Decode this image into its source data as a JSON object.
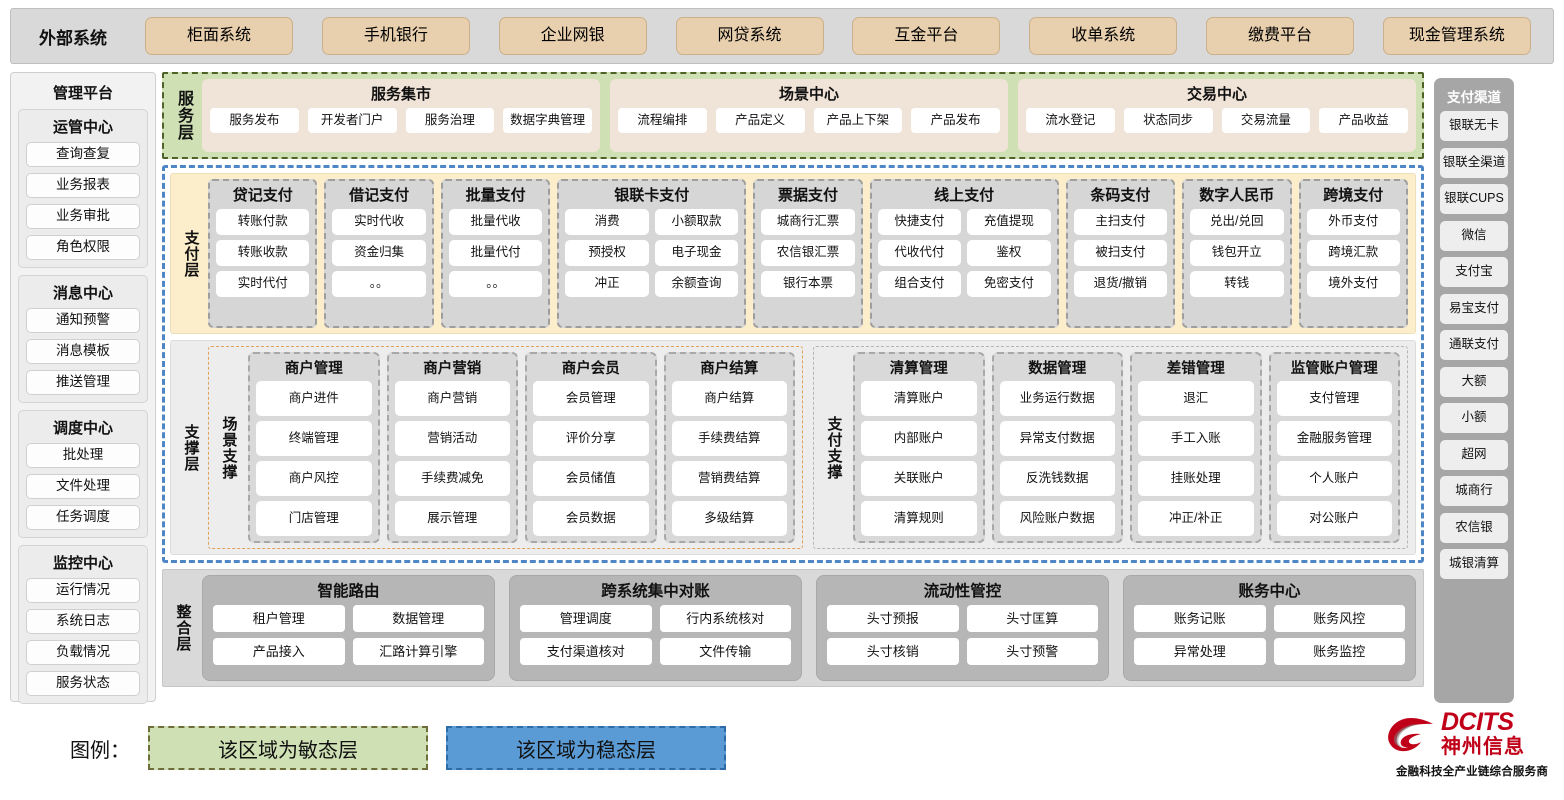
{
  "external": {
    "title": "外部系统",
    "items": [
      "柜面系统",
      "手机银行",
      "企业网银",
      "网贷系统",
      "互金平台",
      "收单系统",
      "缴费平台",
      "现金管理系统"
    ]
  },
  "left_sidebar": {
    "title": "管理平台",
    "groups": [
      {
        "title": "运管中心",
        "items": [
          "查询查复",
          "业务报表",
          "业务审批",
          "角色权限"
        ]
      },
      {
        "title": "消息中心",
        "items": [
          "通知预警",
          "消息模板",
          "推送管理"
        ]
      },
      {
        "title": "调度中心",
        "items": [
          "批处理",
          "文件处理",
          "任务调度"
        ]
      },
      {
        "title": "监控中心",
        "items": [
          "运行情况",
          "系统日志",
          "负载情况",
          "服务状态"
        ]
      }
    ]
  },
  "right_sidebar": {
    "title": "支付渠道",
    "items": [
      "银联无卡",
      "银联全渠道",
      "银联CUPS",
      "微信",
      "支付宝",
      "易宝支付",
      "通联支付",
      "大额",
      "小额",
      "超网",
      "城商行",
      "农信银",
      "城银清算"
    ]
  },
  "service_layer": {
    "label": "服务层",
    "cards": [
      {
        "title": "服务集市",
        "items": [
          "服务发布",
          "开发者门户",
          "服务治理",
          "数据字典管理"
        ]
      },
      {
        "title": "场景中心",
        "items": [
          "流程编排",
          "产品定义",
          "产品上下架",
          "产品发布"
        ]
      },
      {
        "title": "交易中心",
        "items": [
          "流水登记",
          "状态同步",
          "交易流量",
          "产品收益"
        ]
      }
    ]
  },
  "payment_layer": {
    "label": "支付层",
    "cards": [
      {
        "title": "贷记支付",
        "cols": 1,
        "rows": [
          [
            "转账付款"
          ],
          [
            "转账收款"
          ],
          [
            "实时代付"
          ]
        ]
      },
      {
        "title": "借记支付",
        "cols": 1,
        "rows": [
          [
            "实时代收"
          ],
          [
            "资金归集"
          ],
          [
            "。。"
          ]
        ]
      },
      {
        "title": "批量支付",
        "cols": 1,
        "rows": [
          [
            "批量代收"
          ],
          [
            "批量代付"
          ],
          [
            "。。"
          ]
        ]
      },
      {
        "title": "银联卡支付",
        "cols": 2,
        "rows": [
          [
            "消费",
            "小额取款"
          ],
          [
            "预授权",
            "电子现金"
          ],
          [
            "冲正",
            "余额查询"
          ]
        ]
      },
      {
        "title": "票据支付",
        "cols": 1,
        "rows": [
          [
            "城商行汇票"
          ],
          [
            "农信银汇票"
          ],
          [
            "银行本票"
          ]
        ]
      },
      {
        "title": "线上支付",
        "cols": 2,
        "rows": [
          [
            "快捷支付",
            "充值提现"
          ],
          [
            "代收代付",
            "鉴权"
          ],
          [
            "组合支付",
            "免密支付"
          ]
        ]
      },
      {
        "title": "条码支付",
        "cols": 1,
        "rows": [
          [
            "主扫支付"
          ],
          [
            "被扫支付"
          ],
          [
            "退货/撤销"
          ]
        ]
      },
      {
        "title": "数字人民币",
        "cols": 1,
        "rows": [
          [
            "兑出/兑回"
          ],
          [
            "钱包开立"
          ],
          [
            "转钱"
          ]
        ]
      },
      {
        "title": "跨境支付",
        "cols": 1,
        "rows": [
          [
            "外币支付"
          ],
          [
            "跨境汇款"
          ],
          [
            "境外支付"
          ]
        ]
      }
    ]
  },
  "support_layer": {
    "label": "支撑层",
    "scene": {
      "label": "场景支撑",
      "cards": [
        {
          "title": "商户管理",
          "items": [
            "商户进件",
            "终端管理",
            "商户风控",
            "门店管理"
          ]
        },
        {
          "title": "商户营销",
          "items": [
            "商户营销",
            "营销活动",
            "手续费减免",
            "展示管理"
          ]
        },
        {
          "title": "商户会员",
          "items": [
            "会员管理",
            "评价分享",
            "会员储值",
            "会员数据"
          ]
        },
        {
          "title": "商户结算",
          "items": [
            "商户结算",
            "手续费结算",
            "营销费结算",
            "多级结算"
          ]
        }
      ]
    },
    "paysupport": {
      "label": "支付支撑",
      "cards": [
        {
          "title": "清算管理",
          "items": [
            "清算账户",
            "内部账户",
            "关联账户",
            "清算规则"
          ]
        },
        {
          "title": "数据管理",
          "items": [
            "业务运行数据",
            "异常支付数据",
            "反洗钱数据",
            "风险账户数据"
          ]
        },
        {
          "title": "差错管理",
          "items": [
            "退汇",
            "手工入账",
            "挂账处理",
            "冲正/补正"
          ]
        },
        {
          "title": "监管账户管理",
          "items": [
            "支付管理",
            "金融服务管理",
            "个人账户",
            "对公账户"
          ]
        }
      ]
    }
  },
  "integration_layer": {
    "label": "整合层",
    "cards": [
      {
        "title": "智能路由",
        "rows": [
          [
            "租户管理",
            "数据管理"
          ],
          [
            "产品接入",
            "汇路计算引擎"
          ]
        ]
      },
      {
        "title": "跨系统集中对账",
        "rows": [
          [
            "管理调度",
            "行内系统核对"
          ],
          [
            "支付渠道核对",
            "文件传输"
          ]
        ]
      },
      {
        "title": "流动性管控",
        "rows": [
          [
            "头寸预报",
            "头寸匡算"
          ],
          [
            "头寸核销",
            "头寸预警"
          ]
        ]
      },
      {
        "title": "账务中心",
        "rows": [
          [
            "账务记账",
            "账务风控"
          ],
          [
            "异常处理",
            "账务监控"
          ]
        ]
      }
    ]
  },
  "legend": {
    "label": "图例：",
    "agile": "该区域为敏态层",
    "stable": "该区域为稳态层",
    "agile_color": "#cfe0b4",
    "stable_color": "#5b9bd5"
  },
  "logo": {
    "en": "DCITS",
    "cn": "神州信息",
    "tagline": "金融科技全产业链综合服务商",
    "color": "#c00018"
  }
}
